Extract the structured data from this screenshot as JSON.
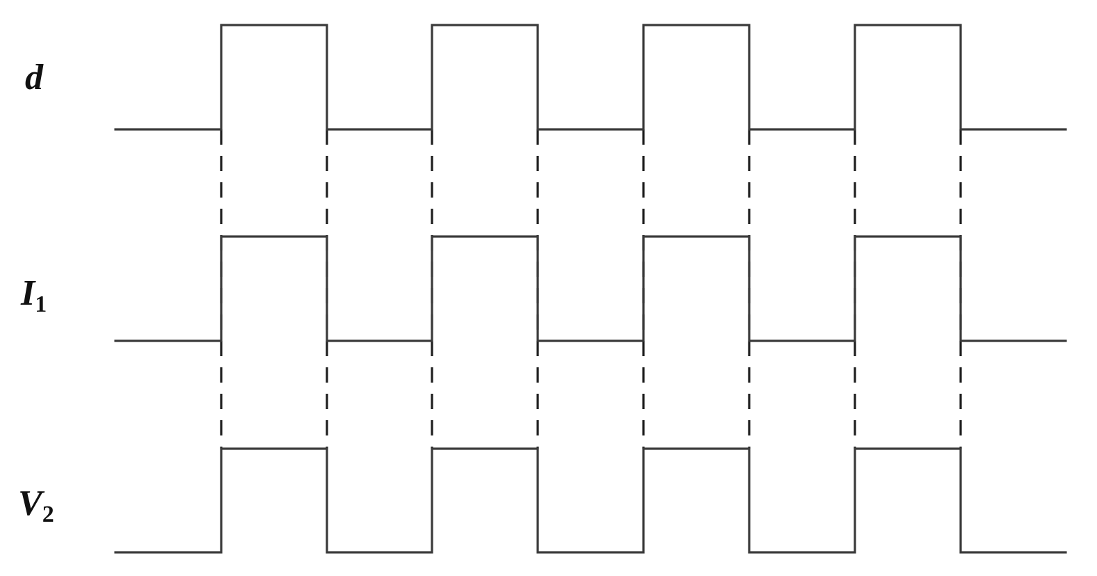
{
  "diagram": {
    "signals": [
      {
        "label": "d",
        "sub": "",
        "pattern": [
          0,
          1,
          0,
          1,
          0,
          1,
          0,
          1,
          0
        ]
      },
      {
        "label": "I",
        "sub": "1",
        "pattern": [
          0,
          1,
          0,
          1,
          0,
          1,
          0,
          1,
          0
        ]
      },
      {
        "label": "V",
        "sub": "2",
        "pattern": [
          0,
          1,
          0,
          1,
          0,
          1,
          0,
          1,
          0
        ]
      }
    ],
    "colors": {
      "waveform": "#3a3a3a",
      "guides": "#1e1e1e",
      "labels": "#111111"
    }
  }
}
